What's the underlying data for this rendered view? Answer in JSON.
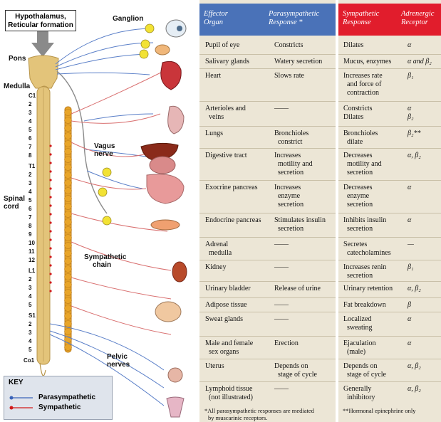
{
  "diagram": {
    "labels": {
      "hypothalamus": "Hypothalamus,",
      "reticular": "Reticular formation",
      "ganglion": "Ganglion",
      "pons": "Pons",
      "medulla": "Medulla",
      "spinal1": "Spinal",
      "spinal2": "cord",
      "vagus1": "Vagus",
      "vagus2": "nerve",
      "symchain1": "Sympathetic",
      "symchain2": "chain",
      "pelvic1": "Pelvic",
      "pelvic2": "nerves"
    },
    "segments": [
      "C1",
      "2",
      "3",
      "4",
      "5",
      "6",
      "7",
      "8",
      "T1",
      "2",
      "3",
      "4",
      "5",
      "6",
      "7",
      "8",
      "9",
      "10",
      "11",
      "12",
      "L1",
      "2",
      "3",
      "4",
      "5",
      "S1",
      "2",
      "3",
      "4",
      "5",
      "Co1"
    ],
    "key": {
      "title": "KEY",
      "parasympathetic": "Parasympathetic",
      "sympathetic": "Sympathetic"
    },
    "colors": {
      "cord": "#e3c47a",
      "chain": "#e8a52a",
      "parasympathetic": "#3a63b8",
      "sympathetic": "#d11a1a",
      "ganglion": "#f2e234"
    }
  },
  "table": {
    "headers": {
      "effector": [
        "Effector",
        "Organ"
      ],
      "parasympathetic": [
        "Parasympathetic",
        "Response *"
      ],
      "sympathetic": [
        "Sympathetic",
        "Response"
      ],
      "adrenergic": [
        "Adrenergic",
        "Receptor"
      ]
    },
    "header_colors": {
      "para": "#4a72b8",
      "symp": "#e11d2c",
      "panel": "#ece6d6"
    },
    "rows": [
      {
        "organ": [
          "Pupil of eye"
        ],
        "para": [
          "Constricts"
        ],
        "symp": [
          "Dilates"
        ],
        "rec": [
          "α"
        ]
      },
      {
        "organ": [
          "Salivary glands"
        ],
        "para": [
          "Watery secretion"
        ],
        "symp": [
          "Mucus, enzymes"
        ],
        "rec": [
          "α and β₂"
        ]
      },
      {
        "organ": [
          "Heart"
        ],
        "para": [
          "Slows rate"
        ],
        "symp": [
          "Increases rate",
          "and force of",
          "contraction"
        ],
        "rec": [
          "β₁"
        ]
      },
      {
        "organ": [
          "Arterioles and",
          "veins"
        ],
        "para": [
          "——"
        ],
        "symp": [
          "Constricts",
          "Dilates"
        ],
        "rec": [
          "α",
          "β₂"
        ]
      },
      {
        "organ": [
          "Lungs"
        ],
        "para": [
          "Bronchioles",
          "constrict"
        ],
        "symp": [
          "Bronchioles",
          "dilate"
        ],
        "rec": [
          "β₂**"
        ]
      },
      {
        "organ": [
          "Digestive tract"
        ],
        "para": [
          "Increases",
          "motility and",
          "secretion"
        ],
        "symp": [
          "Decreases",
          "motility and",
          "secretion"
        ],
        "rec": [
          "α, β₂"
        ]
      },
      {
        "organ": [
          "Exocrine pancreas"
        ],
        "para": [
          "Increases",
          "enzyme",
          "secretion"
        ],
        "symp": [
          "Decreases",
          "enzyme",
          "secretion"
        ],
        "rec": [
          "α"
        ]
      },
      {
        "organ": [
          "Endocrine pancreas"
        ],
        "para": [
          "Stimulates insulin",
          "secretion"
        ],
        "symp": [
          "Inhibits insulin",
          "secretion"
        ],
        "rec": [
          "α"
        ]
      },
      {
        "organ": [
          "Adrenal",
          "medulla"
        ],
        "para": [
          "——"
        ],
        "symp": [
          "Secretes",
          "catecholamines"
        ],
        "rec": [
          "—"
        ]
      },
      {
        "organ": [
          "Kidney"
        ],
        "para": [
          "——"
        ],
        "symp": [
          "Increases renin",
          "secretion"
        ],
        "rec": [
          "β₁"
        ]
      },
      {
        "organ": [
          "Urinary bladder"
        ],
        "para": [
          "Release of urine"
        ],
        "symp": [
          "Urinary retention"
        ],
        "rec": [
          "α, β₂"
        ]
      },
      {
        "organ": [
          "Adipose tissue"
        ],
        "para": [
          "——"
        ],
        "symp": [
          "Fat breakdown"
        ],
        "rec": [
          "β"
        ]
      },
      {
        "organ": [
          "Sweat glands"
        ],
        "para": [
          "——"
        ],
        "symp": [
          "Localized",
          "sweating"
        ],
        "rec": [
          "α"
        ]
      },
      {
        "organ": [
          "Male and female",
          "sex organs"
        ],
        "para": [
          "Erection"
        ],
        "symp": [
          "Ejaculation",
          "(male)"
        ],
        "rec": [
          "α"
        ]
      },
      {
        "organ": [
          "Uterus"
        ],
        "para": [
          "Depends on",
          "stage of cycle"
        ],
        "symp": [
          "Depends on",
          "stage of cycle"
        ],
        "rec": [
          "α, β₂"
        ]
      },
      {
        "organ": [
          "Lymphoid tissue",
          "(not illustrated)"
        ],
        "para": [
          "——"
        ],
        "symp": [
          "Generally",
          "inhibitory"
        ],
        "rec": [
          "α, β₂"
        ]
      }
    ],
    "footnote_para": [
      "*All parasympathetic responses are mediated",
      "by muscarinic receptors."
    ],
    "footnote_symp": [
      "**Hormonal epinephrine only"
    ]
  }
}
